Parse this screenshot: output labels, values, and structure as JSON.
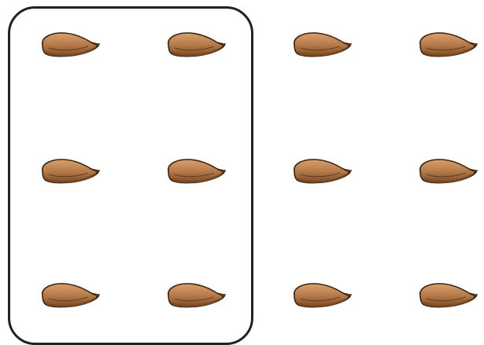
{
  "grid": {
    "rows": 3,
    "columns": 4
  },
  "group_outline": {
    "rows": 3,
    "columns": 2
  },
  "item": {
    "icon": "almond-icon",
    "count": 12
  },
  "colors": {
    "outline": "#222222",
    "almond_fill": "#B67B4A",
    "almond_highlight": "#D9A06C",
    "almond_shadow": "#7A4A24",
    "almond_stroke": "#3A2410",
    "background": "#FFFFFF"
  }
}
